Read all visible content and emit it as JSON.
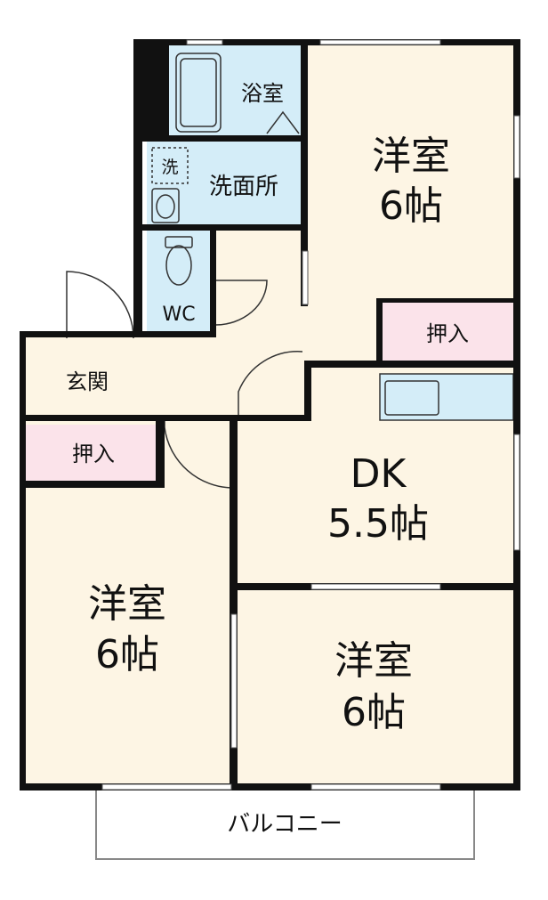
{
  "colors": {
    "room_floor": "#fdf5e4",
    "wet_area": "#d4edf8",
    "closet": "#fbe3ea",
    "wall": "#111111",
    "balcony": "#ffffff"
  },
  "rooms": {
    "bath": "浴室",
    "washroom": "洗面所",
    "washer_mark": "洗",
    "toilet": "WC",
    "entrance": "玄関",
    "west_closet": "押入",
    "east_closet": "押入",
    "ne_room": {
      "name": "洋室",
      "size": "6帖"
    },
    "dk": {
      "name": "DK",
      "size": "5.5帖"
    },
    "sw_room": {
      "name": "洋室",
      "size": "6帖"
    },
    "se_room": {
      "name": "洋室",
      "size": "6帖"
    },
    "balcony": "バルコニー"
  }
}
